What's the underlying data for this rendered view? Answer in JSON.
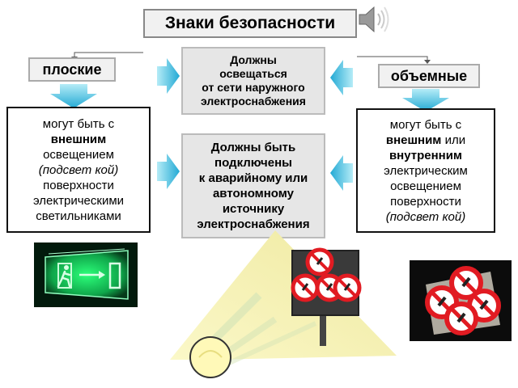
{
  "title": "Знаки безопасности",
  "left_tag": "плоские",
  "right_tag": "объемные",
  "center_top": [
    "Должны",
    "освещаться",
    "от сети наружного",
    "электроснабжения"
  ],
  "center_bottom": [
    "Должны быть",
    "подключены",
    "к аварийному или",
    "автономному",
    "источнику",
    "электроснабжения"
  ],
  "left_box": {
    "line1": "могут быть с",
    "line2": "внешним",
    "line3": "освещением",
    "line4": "(подсвет кой)",
    "line5": "поверхности",
    "line6": "электрическими",
    "line7": "светильниками"
  },
  "right_box": {
    "line1": "могут быть с",
    "line2_bold": "внешним",
    "line2_rest": " или",
    "line3": "внутренним",
    "line4": "электрическим",
    "line5": "освещением",
    "line6": "поверхности",
    "line7": "(подсвет кой)"
  },
  "icons": [
    "speaker-icon",
    "exit-sign-icon",
    "lamp-icon",
    "no-fire-sign-icon"
  ],
  "colors": {
    "cyan": "#2fb6dd",
    "green_sign": "#3dff8a",
    "light_beam": "#f4f0a8"
  }
}
